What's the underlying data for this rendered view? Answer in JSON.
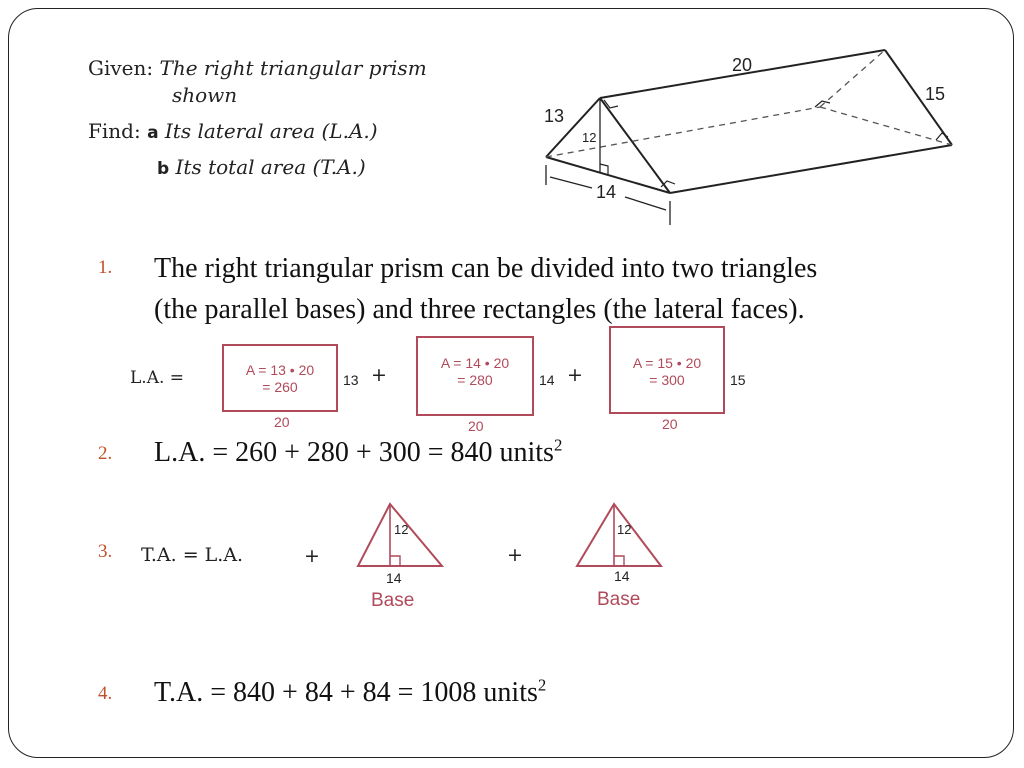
{
  "given": {
    "given_label": "Given:",
    "given_text1": "The right triangular prism",
    "given_text2": "shown",
    "find_label": "Find:",
    "a_marker": "a",
    "a_text": "Its lateral area (L.A.)",
    "b_marker": "b",
    "b_text": "Its total area (T.A.)"
  },
  "prism": {
    "length": "20",
    "side_right": "15",
    "side_left": "13",
    "height": "12",
    "base": "14"
  },
  "steps": [
    {
      "num": "1.",
      "line1": "The right triangular prism can be divided into two triangles",
      "line2": "(the parallel bases) and three rectangles (the lateral faces)."
    },
    {
      "num": "2.",
      "text": "L.A. = 260 + 280 + 300 = 840 units",
      "sup": "2"
    },
    {
      "num": "3.",
      "ta_label": "T.A. = L.A.",
      "plus": "+"
    },
    {
      "num": "4.",
      "text": "T.A. = 840 + 84 + 84 = 1008 units",
      "sup": "2"
    }
  ],
  "la_diagram": {
    "label": "L.A. =",
    "plus": "+",
    "rects": [
      {
        "line1": "A = 13 • 20",
        "line2": "= 260",
        "side": "13",
        "bottom": "20"
      },
      {
        "line1": "A = 14 • 20",
        "line2": "= 280",
        "side": "14",
        "bottom": "20"
      },
      {
        "line1": "A = 15 • 20",
        "line2": "= 300",
        "side": "15",
        "bottom": "20"
      }
    ]
  },
  "base_triangles": [
    {
      "height": "12",
      "base": "14",
      "label": "Base"
    },
    {
      "height": "12",
      "base": "14",
      "label": "Base"
    }
  ],
  "colors": {
    "accent": "#b14a5a",
    "number": "#c0502a",
    "text": "#111111"
  }
}
